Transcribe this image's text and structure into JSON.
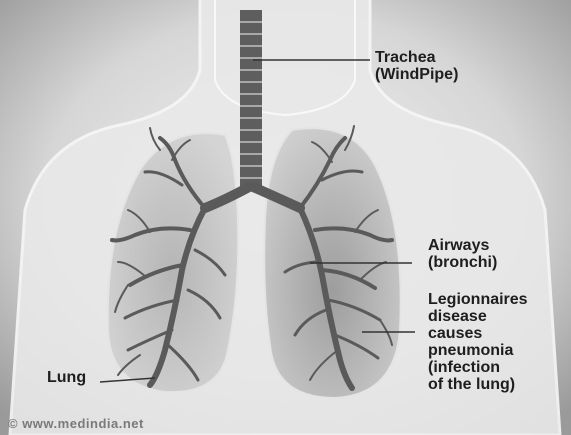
{
  "labels": {
    "trachea_line1": "Trachea",
    "trachea_line2": "(WindPipe)",
    "airways_line1": "Airways",
    "airways_line2": "(bronchi)",
    "legionnaires": [
      "Legionnaires",
      "disease",
      "causes",
      "pneumonia",
      "(infection",
      "of the lung)"
    ],
    "lung": "Lung"
  },
  "credit": "© www.medindia.net",
  "colors": {
    "background_light": "#f2f2f2",
    "background_dark": "#9a9a9a",
    "lung": "#bdbdbd",
    "bronchi": "#5a5a5a",
    "label_text": "#1e1e1e"
  }
}
